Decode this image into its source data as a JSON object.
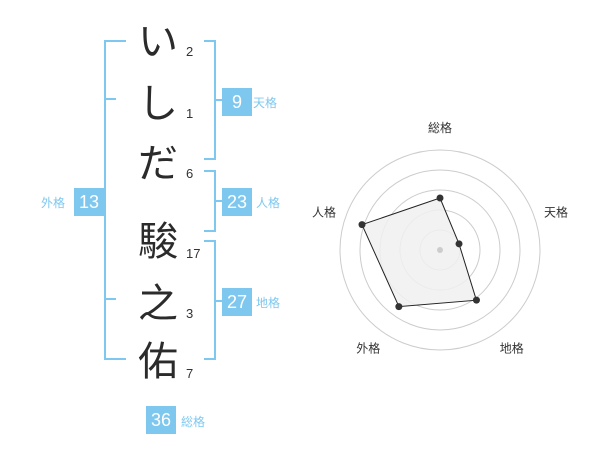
{
  "name": {
    "chars": [
      {
        "char": "い",
        "strokes": "2"
      },
      {
        "char": "し",
        "strokes": "1"
      },
      {
        "char": "だ",
        "strokes": "6"
      },
      {
        "char": "駿",
        "strokes": "17"
      },
      {
        "char": "之",
        "strokes": "3"
      },
      {
        "char": "佑",
        "strokes": "7"
      }
    ]
  },
  "kaku": {
    "tenkaku": {
      "value": "9",
      "label": "天格"
    },
    "jinkaku": {
      "value": "23",
      "label": "人格"
    },
    "chikaku": {
      "value": "27",
      "label": "地格"
    },
    "gaikaku": {
      "value": "13",
      "label": "外格"
    },
    "soukaku": {
      "value": "36",
      "label": "総格"
    }
  },
  "radar": {
    "axes": [
      "総格",
      "天格",
      "地格",
      "外格",
      "人格"
    ],
    "values": [
      0.52,
      0.2,
      0.62,
      0.7,
      0.82
    ],
    "colors": {
      "fill": "#f0f0f0",
      "stroke": "#222222",
      "grid": "#cccccc",
      "point": "#333333"
    }
  }
}
